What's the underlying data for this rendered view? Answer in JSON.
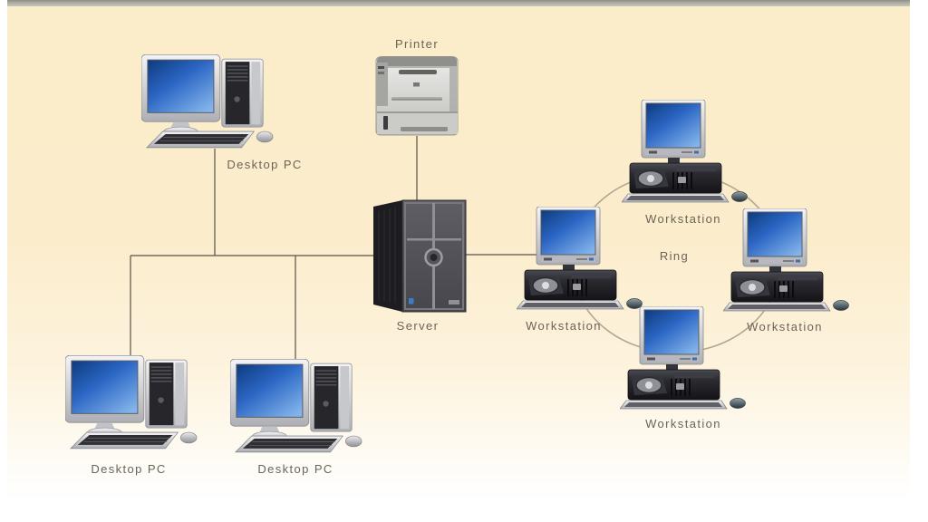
{
  "diagram": {
    "type": "network-topology",
    "labels": {
      "printer": "Printer",
      "desktop_pc_top": "Desktop PC",
      "desktop_pc_bottom_left": "Desktop PC",
      "desktop_pc_bottom_mid": "Desktop PC",
      "server": "Server",
      "workstation_top": "Workstation",
      "workstation_left": "Workstation",
      "workstation_right": "Workstation",
      "workstation_bottom": "Workstation",
      "ring": "Ring"
    },
    "colors": {
      "background_top": "#fbecca",
      "background_bottom": "#ffffff",
      "top_bar": "#a5a49b",
      "connection_line": "#57524b",
      "ring_stroke": "#b3a78f",
      "label_text": "#6b6358",
      "screen_blue": "#2b66c4"
    }
  }
}
